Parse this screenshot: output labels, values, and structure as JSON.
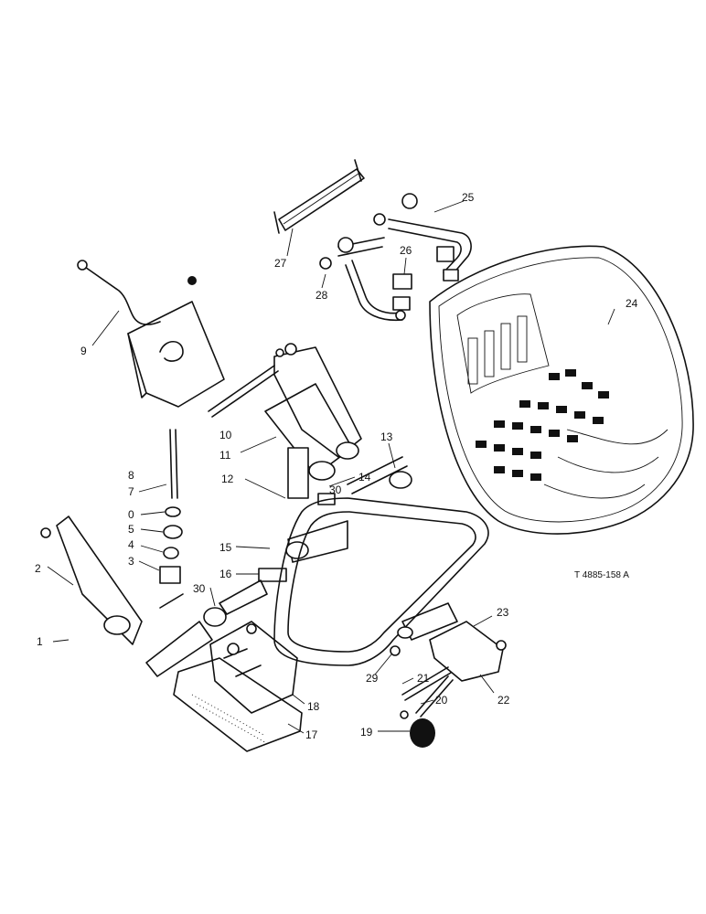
{
  "diagram": {
    "reference_code": "T 4885-158 A",
    "callouts": [
      "1",
      "2",
      "3",
      "4",
      "5",
      "0",
      "7",
      "8",
      "9",
      "10",
      "11",
      "12",
      "13",
      "14",
      "15",
      "16",
      "17",
      "18",
      "19",
      "20",
      "21",
      "22",
      "23",
      "24",
      "25",
      "26",
      "27",
      "28",
      "29",
      "30",
      "30"
    ],
    "colors": {
      "ink": "#111111",
      "paper": "#ffffff"
    }
  }
}
